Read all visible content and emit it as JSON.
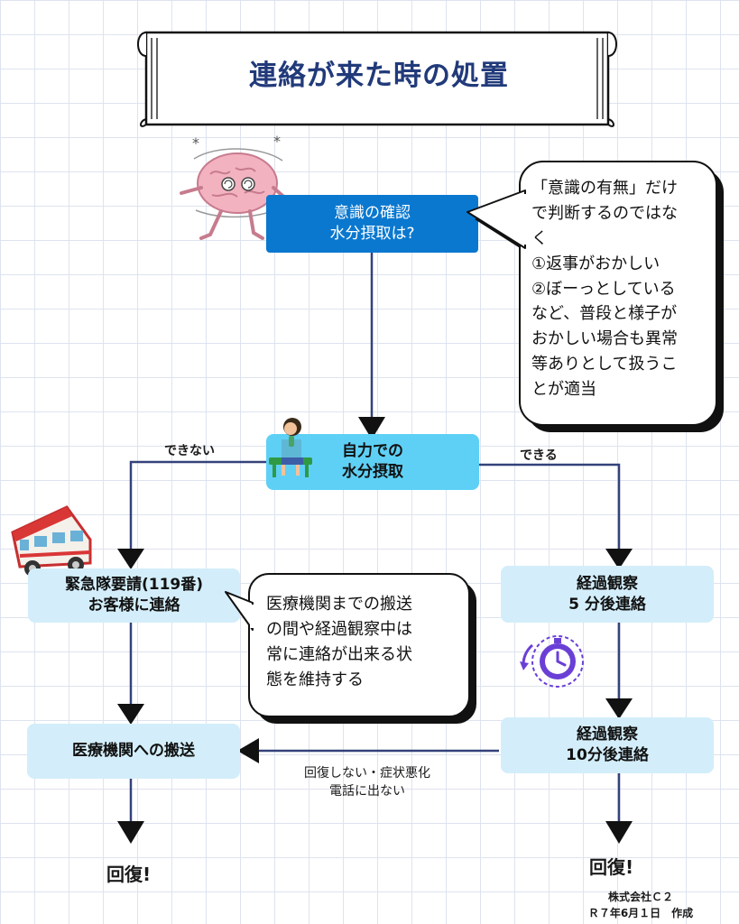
{
  "title": "連絡が来た時の処置",
  "colors": {
    "title_text": "#213a7a",
    "blue_box": "#0a78cf",
    "cyan_box": "#5fd0f5",
    "light_box": "#d3eefa",
    "flow_line": "#33427a",
    "arrow_head": "#111111"
  },
  "nodes": {
    "check": {
      "line1": "意識の確認",
      "line2": "水分摂取は?"
    },
    "self_drink": {
      "line1": "自力での",
      "line2": "水分摂取"
    },
    "emergency": {
      "line1": "緊急隊要請(119番)",
      "line2": "お客様に連絡"
    },
    "observe5": {
      "line1": "経過観察",
      "line2": "5 分後連絡"
    },
    "transport": {
      "line1": "医療機関への搬送"
    },
    "observe10": {
      "line1": "経過観察",
      "line2": "10分後連絡"
    }
  },
  "edge_labels": {
    "cannot": "できない",
    "can": "できる",
    "not_recover_line1": "回復しない・症状悪化",
    "not_recover_line2": "電話に出ない"
  },
  "end_labels": {
    "left": "回復!",
    "right": "回復!"
  },
  "bubble_top": {
    "lines": [
      "「意識の有無」だけ",
      "で判断するのではな",
      "く",
      "①返事がおかしい",
      "②ぼーっとしている",
      "など、普段と様子が",
      "おかしい場合も異常",
      "等ありとして扱うこ",
      "とが適当"
    ]
  },
  "bubble_middle": {
    "lines": [
      "医療機関までの搬送",
      "の間や経過観察中は",
      "常に連絡が出来る状",
      "態を維持する"
    ]
  },
  "credit": {
    "company": "株式会社Ｃ２",
    "date": "Ｒ７年6月１日　作成"
  },
  "icons": [
    "dizzy-brain-icon",
    "drinking-person-icon",
    "ambulance-icon",
    "stopwatch-icon"
  ]
}
